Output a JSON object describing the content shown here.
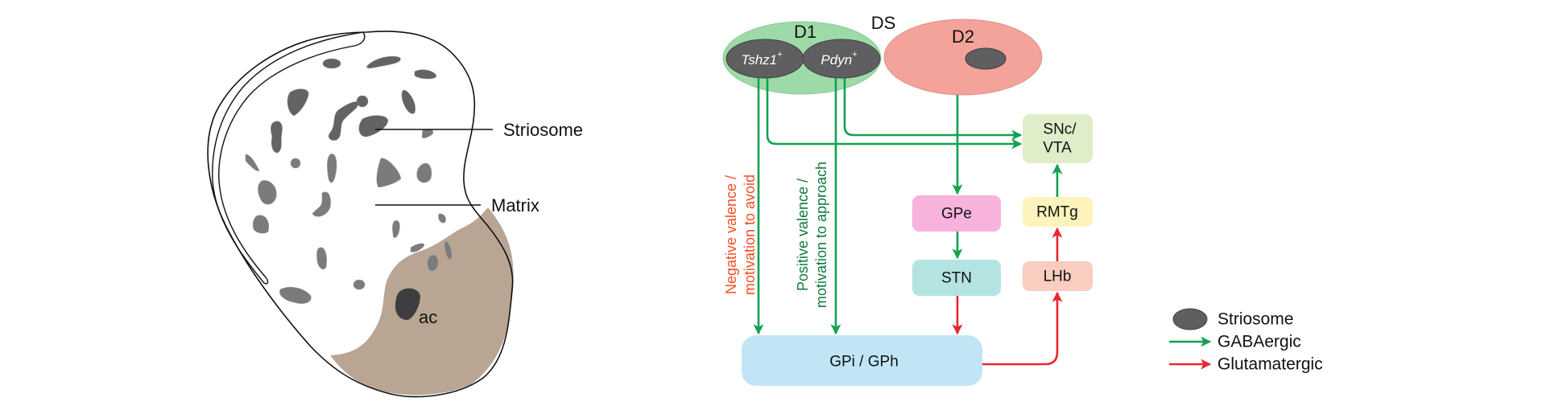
{
  "left_panel": {
    "labels": {
      "striosome": "Striosome",
      "matrix": "Matrix",
      "ac": "ac"
    }
  },
  "right_panel": {
    "region_label": "DS",
    "d1": {
      "label": "D1",
      "subpopulations": [
        {
          "label": "Tshz1",
          "superscript": "+"
        },
        {
          "label": "Pdyn",
          "superscript": "+"
        }
      ]
    },
    "d2": {
      "label": "D2"
    },
    "nodes": {
      "snc_vta": {
        "line1": "SNc/",
        "line2": "VTA"
      },
      "gpe": {
        "label": "GPe"
      },
      "stn": {
        "label": "STN"
      },
      "rmtg": {
        "label": "RMTg"
      },
      "lhb": {
        "label": "LHb"
      },
      "gpi_gph": {
        "label": "GPi / GPh"
      }
    },
    "annotations": {
      "negative": {
        "line1": "Negative valence /",
        "line2": "motivation to avoid"
      },
      "positive": {
        "line1": "Positive valence /",
        "line2": "motivation to approach"
      }
    },
    "connections": [
      {
        "from": "Tshz1+",
        "to": "GPi / GPh",
        "type": "GABAergic"
      },
      {
        "from": "Tshz1+",
        "to": "SNc/VTA",
        "type": "GABAergic"
      },
      {
        "from": "Pdyn+",
        "to": "GPi / GPh",
        "type": "GABAergic"
      },
      {
        "from": "Pdyn+",
        "to": "SNc/VTA",
        "type": "GABAergic"
      },
      {
        "from": "D2",
        "to": "GPe",
        "type": "GABAergic"
      },
      {
        "from": "GPe",
        "to": "STN",
        "type": "GABAergic"
      },
      {
        "from": "STN",
        "to": "GPi / GPh",
        "type": "Glutamatergic"
      },
      {
        "from": "GPi / GPh",
        "to": "LHb",
        "type": "Glutamatergic"
      },
      {
        "from": "LHb",
        "to": "RMTg",
        "type": "Glutamatergic"
      },
      {
        "from": "RMTg",
        "to": "SNc/VTA",
        "type": "GABAergic"
      }
    ]
  },
  "legend": {
    "items": [
      {
        "label": "Striosome",
        "symbol": "striosome-ellipse"
      },
      {
        "label": "GABAergic",
        "symbol": "green-arrow"
      },
      {
        "label": "Glutamatergic",
        "symbol": "red-arrow"
      }
    ]
  },
  "colors": {
    "gaba": "#12a150",
    "glutamate": "#e8262f",
    "striosome_fill": "#5f5f61",
    "d1_fill": "#9edaa8",
    "d2_fill": "#f4a39a",
    "snc_fill": "#dfedc8",
    "gpe_fill": "#f7b3dc",
    "stn_fill": "#b3e4e1",
    "rmtg_fill": "#fdf3bd",
    "lhb_fill": "#f9cdbf",
    "gpi_fill": "#c1e5f5",
    "ac_region_fill": "#b9a593",
    "negative_text": "#f04e23",
    "positive_text": "#0d7a3c"
  }
}
